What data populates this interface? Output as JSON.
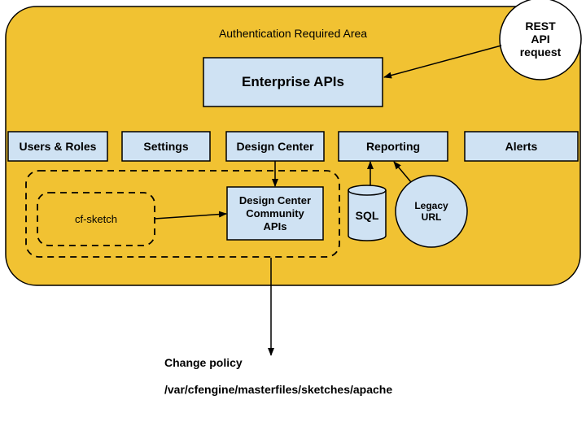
{
  "area": {
    "title": "Authentication Required Area"
  },
  "rest_request": {
    "lines": [
      "REST",
      "API",
      "request"
    ]
  },
  "enterprise_apis": {
    "label": "Enterprise APIs"
  },
  "modules": {
    "users_roles": "Users & Roles",
    "settings": "Settings",
    "design_center": "Design Center",
    "reporting": "Reporting",
    "alerts": "Alerts"
  },
  "community_apis": {
    "lines": [
      "Design Center",
      "Community",
      "APIs"
    ]
  },
  "cf_sketch": {
    "label": "cf-sketch"
  },
  "sql": {
    "label": "SQL"
  },
  "legacy_url": {
    "lines": [
      "Legacy",
      "URL"
    ]
  },
  "change_policy": {
    "title": "Change policy",
    "path": "/var/cfengine/masterfiles/sketches/apache"
  },
  "colors": {
    "area_fill": "#f1c232",
    "box_fill": "#cfe2f3",
    "stroke": "#000000"
  }
}
